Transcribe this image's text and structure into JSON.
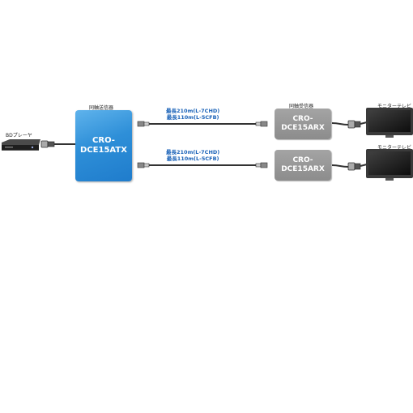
{
  "labels": {
    "transmitter_caption": "同軸送信器",
    "receiver_caption": "同軸受信器",
    "monitor_caption": "モニターテレビ",
    "player_caption": "BDプレーヤ"
  },
  "transmitter": {
    "line1": "CRO-",
    "line2": "DCE15ATX"
  },
  "receivers": [
    {
      "line1": "CRO-",
      "line2": "DCE15ARX"
    },
    {
      "line1": "CRO-",
      "line2": "DCE15ARX"
    }
  ],
  "cables": [
    {
      "spec1": "最長210m(L-7CHD)",
      "spec2": "最長110m(L-5CFB)"
    },
    {
      "spec1": "最長210m(L-7CHD)",
      "spec2": "最長110m(L-5CFB)"
    }
  ],
  "monitors": [
    {
      "caption": "モニターテレビ"
    },
    {
      "caption": "モニターテレビ"
    }
  ],
  "colors": {
    "transmitter_fill": "#2e8fd8",
    "receiver_fill": "#8c8c8c",
    "spec_text": "#1a62b8",
    "cable": "#333333"
  },
  "icons": [
    "bd-player-icon",
    "hdmi-plug-icon",
    "coax-connector-icon",
    "monitor-icon"
  ]
}
